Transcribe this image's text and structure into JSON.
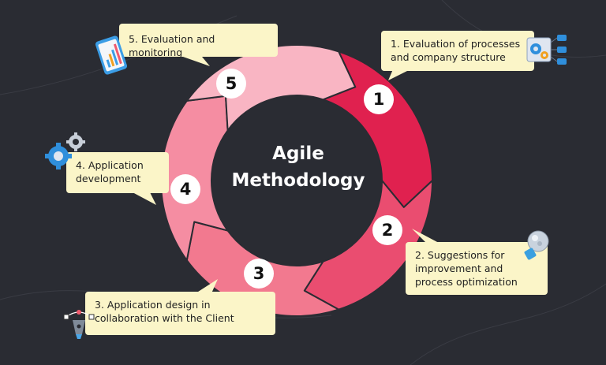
{
  "title": "Agile Methodology",
  "title_lines": [
    "Agile",
    "Methodology"
  ],
  "colors": {
    "background": "#2a2c33",
    "callout": "#fbf5c8",
    "segment_1": "#e0214f",
    "segment_2": "#ea4d70",
    "segment_3": "#f2798f",
    "segment_4": "#f58da2",
    "segment_5": "#f9b5c3"
  },
  "steps": [
    {
      "number": "1",
      "text": "1. Evaluation of processes and company structure",
      "lines": [
        "1. Evaluation of processes",
        "and company structure"
      ],
      "icon": "gears-flowchart-icon"
    },
    {
      "number": "2",
      "text": "2. Suggestions for improvement and process optimization",
      "lines": [
        "2. Suggestions for",
        "improvement and",
        "process optimization"
      ],
      "icon": "lightbulb-icon"
    },
    {
      "number": "3",
      "text": "3. Application design in collaboration with the Client",
      "lines": [
        "3. Application design in",
        "collaboration with the Client"
      ],
      "icon": "pen-tool-icon"
    },
    {
      "number": "4",
      "text": "4. Application development",
      "lines": [
        "4. Application",
        "development"
      ],
      "icon": "gears-icon"
    },
    {
      "number": "5",
      "text": "5. Evaluation and monitoring",
      "lines": [
        "5. Evaluation and monitoring"
      ],
      "icon": "chart-tablet-icon"
    }
  ]
}
